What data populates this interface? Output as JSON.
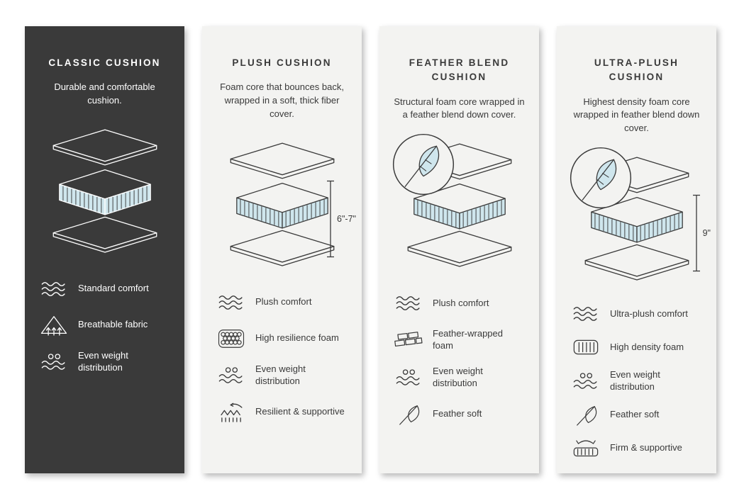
{
  "colors": {
    "dark_panel": "#3a3a3a",
    "light_panel": "#f3f3f1",
    "foam_fill": "#cfe6ed",
    "stripe": "#3a3a3a",
    "text_light": "#ffffff",
    "text_dark": "#3a3a3a"
  },
  "cards": [
    {
      "id": "classic",
      "title": "CLASSIC CUSHION",
      "description": "Durable and comfortable cushion.",
      "feather_badge": false,
      "features": [
        {
          "icon": "waves-icon",
          "label": "Standard comfort"
        },
        {
          "icon": "breathable-icon",
          "label": "Breathable fabric"
        },
        {
          "icon": "weight-distribution-icon",
          "label": "Even weight distribution"
        }
      ]
    },
    {
      "id": "plush",
      "title": "PLUSH CUSHION",
      "description": "Foam core that bounces back, wrapped in a soft, thick fiber cover.",
      "measurement": "6\"-7\"",
      "feather_badge": false,
      "features": [
        {
          "icon": "waves-icon",
          "label": "Plush comfort"
        },
        {
          "icon": "foam-cells-icon",
          "label": "High resilience foam"
        },
        {
          "icon": "weight-distribution-icon",
          "label": "Even weight distribution"
        },
        {
          "icon": "spring-icon",
          "label": "Resilient & supportive"
        }
      ]
    },
    {
      "id": "feather-blend",
      "title": "FEATHER BLEND CUSHION",
      "description": "Structural foam core wrapped in a feather blend down cover.",
      "feather_badge": true,
      "features": [
        {
          "icon": "waves-icon",
          "label": "Plush comfort"
        },
        {
          "icon": "bricks-icon",
          "label": "Feather-wrapped foam"
        },
        {
          "icon": "weight-distribution-icon",
          "label": "Even weight distribution"
        },
        {
          "icon": "feather-icon",
          "label": "Feather soft"
        }
      ]
    },
    {
      "id": "ultra-plush",
      "title": "ULTRA-PLUSH CUSHION",
      "description": "Highest density foam core wrapped in feather blend down cover.",
      "measurement": "9\"",
      "feather_badge": true,
      "features": [
        {
          "icon": "waves-icon",
          "label": "Ultra-plush comfort"
        },
        {
          "icon": "density-foam-icon",
          "label": "High density foam"
        },
        {
          "icon": "weight-distribution-icon",
          "label": "Even weight distribution"
        },
        {
          "icon": "feather-icon",
          "label": "Feather soft"
        },
        {
          "icon": "firm-supportive-icon",
          "label": "Firm & supportive"
        }
      ]
    }
  ]
}
